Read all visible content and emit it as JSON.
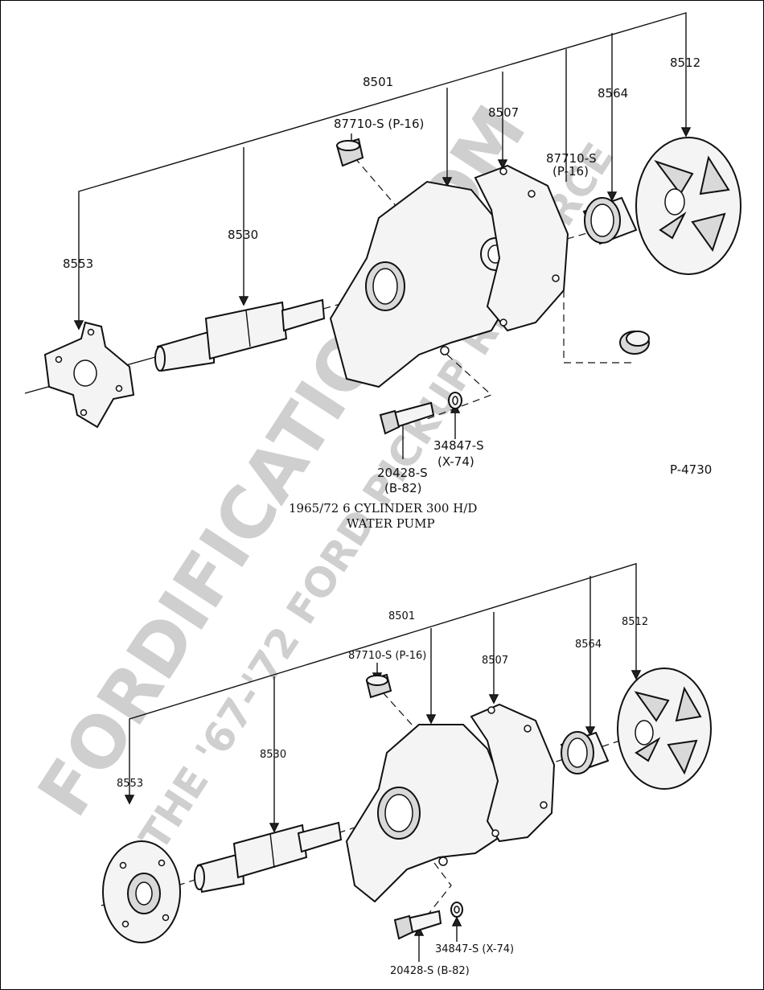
{
  "top_diagram": {
    "labels": {
      "housing_assembly": "8501",
      "plug_top": "87710-S (P-16)",
      "gasket": "8507",
      "plug_side": "87710-S",
      "plug_side_ref": "(P-16)",
      "seal": "8564",
      "impeller": "8512",
      "shaft": "8530",
      "hub": "8553",
      "washer": "34847-S",
      "washer_ref": "(X-74)",
      "bolt": "20428-S",
      "bolt_ref": "(B-82)"
    },
    "figure_id": "P-4730",
    "caption_line1": "1965/72  6 CYLINDER 300 H/D",
    "caption_line2": "WATER PUMP"
  },
  "bottom_diagram": {
    "labels": {
      "housing_assembly": "8501",
      "plug_top": "87710-S (P-16)",
      "gasket": "8507",
      "seal": "8564",
      "impeller": "8512",
      "shaft": "8530",
      "hub": "8553",
      "washer": "34847-S (X-74)",
      "bolt": "20428-S (B-82)"
    }
  },
  "watermark": {
    "line1": "FORDIFICATION.COM",
    "line2": "THE '67-'72 FORD PICKUP RESOURCE"
  },
  "colors": {
    "ink": "#111111",
    "watermark": "#cfcfcf",
    "paper": "#ffffff"
  }
}
